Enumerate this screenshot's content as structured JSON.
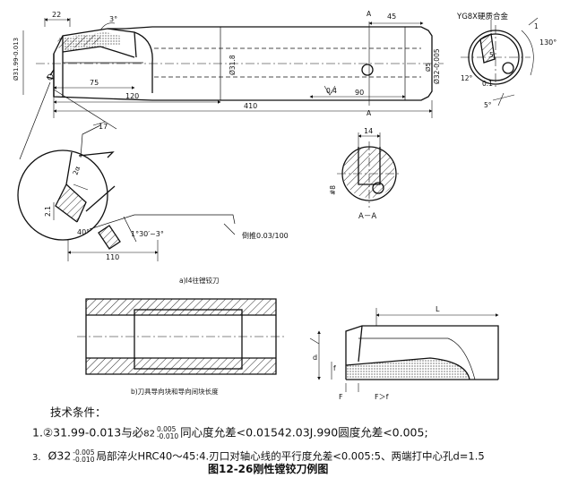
{
  "top_view": {
    "dims": {
      "d22": "22",
      "d3deg": "3°",
      "d45": "45",
      "dA1": "A",
      "dA2": "A",
      "d75": "75",
      "d120": "120",
      "d90": "90",
      "d04": "0.4",
      "d410": "410",
      "dia_left": "Ø31.99-0.013",
      "dia_mid": "Ø31.8",
      "dia_right": "Ø32-0.005",
      "dia_right2": "Ø5"
    },
    "caption": "a)I4往镗铰刀"
  },
  "end_view": {
    "label": "YG8X硬质合金",
    "dims": {
      "d130": "130°",
      "d5": "5",
      "d12": "12°",
      "d01": "0.1",
      "d5deg": "5°",
      "d1": "1"
    }
  },
  "detail_view": {
    "dims": {
      "d17": "17",
      "d2a": "2α",
      "d21": "2.1",
      "d40": "40°",
      "d1deg": "1°30′~3°",
      "d110": "110",
      "flat": "倒推0.03/100"
    }
  },
  "section_aa": {
    "dims": {
      "d14": "14",
      "d8": "#8"
    },
    "label": "A－A"
  },
  "guide_view": {
    "caption": "b)刀具导向块和导向间块长度"
  },
  "side_view": {
    "dims": {
      "dL": "L",
      "dd": "d",
      "df": "f",
      "dF": "F",
      "dFf": "F＞f"
    }
  },
  "notes": {
    "heading": "技术条件：",
    "line1_pre": "1.②31.99-0.013与必",
    "line1_tol_base": "82",
    "line1_tol_up": "0.005",
    "line1_tol_low": "-0.010",
    "line1_post": "同心度允差<0.01542.03J.990圆度允差<0.005;",
    "line2_num": "3.",
    "line2_dia": "Ø32",
    "line2_tol_up": "-0.005",
    "line2_tol_low": "-0.010",
    "line2_post": "局部淬火HRC40～45:4.刃口对轴心线的平行度允差<0.005:5、两端打中心孔d=1.5"
  },
  "figure_caption": "图12-26刚性镗铰刀例图"
}
